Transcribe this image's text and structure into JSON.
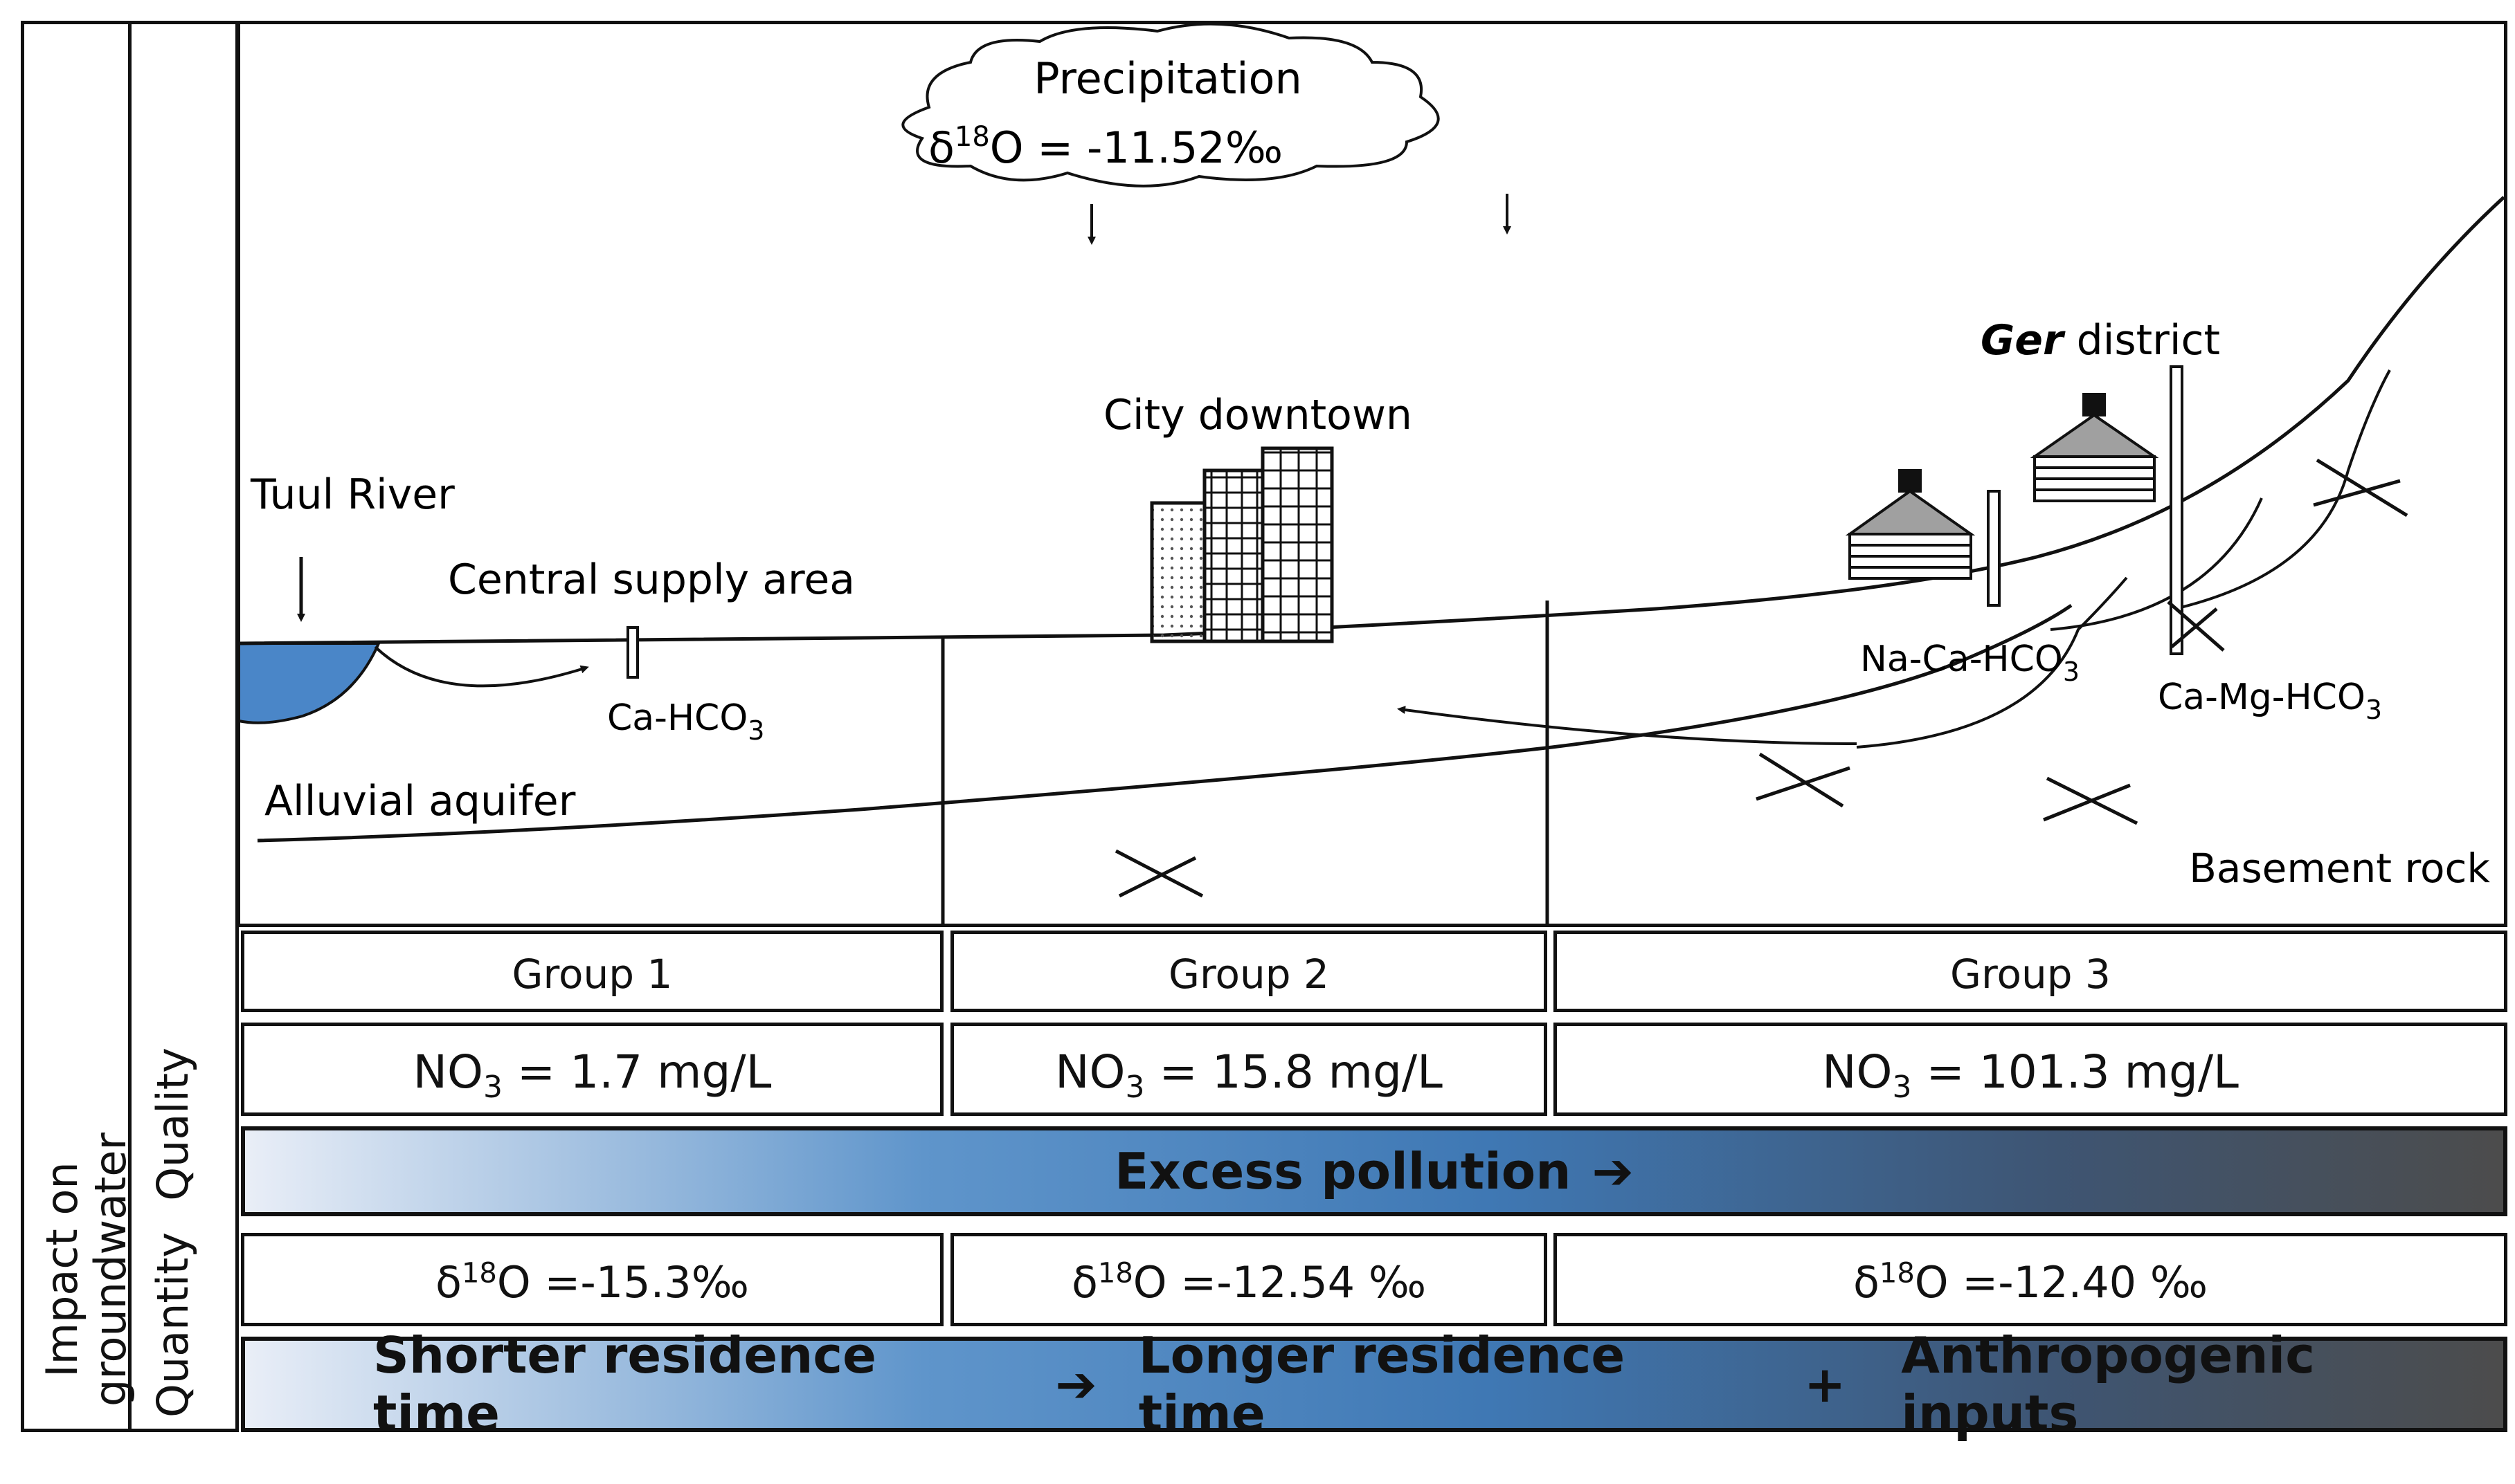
{
  "side": {
    "impact_label_line1": "Impact on",
    "impact_label_line2": "groundwater",
    "quality_label": "Quality",
    "quantity_label": "Quantity"
  },
  "diagram": {
    "precipitation": "Precipitation",
    "precip_delta_prefix": "δ",
    "precip_delta_sup": "18",
    "precip_delta_suffix": "O = -11.52‰",
    "tuul_river": "Tuul River",
    "central_supply": "Central supply area",
    "ca_hco3_main": "Ca-HCO",
    "ca_hco3_sub": "3",
    "alluvial": "Alluvial aquifer",
    "city": "City downtown",
    "ger_bold": "Ger",
    "ger_rest": " district",
    "na_ca_main": "Na-Ca-HCO",
    "na_ca_sub": "3",
    "ca_mg_main": "Ca-Mg-HCO",
    "ca_mg_sub": "3",
    "basement": "Basement rock"
  },
  "groups": [
    {
      "label": "Group 1",
      "no3_pre": "NO",
      "no3_sub": "3",
      "no3_post": " = 1.7 mg/L",
      "d18_pre": "δ",
      "d18_sup": "18",
      "d18_post": "O =-15.3‰"
    },
    {
      "label": "Group 2",
      "no3_pre": "NO",
      "no3_sub": "3",
      "no3_post": " = 15.8 mg/L",
      "d18_pre": "δ",
      "d18_sup": "18",
      "d18_post": "O =-12.54 ‰"
    },
    {
      "label": "Group 3",
      "no3_pre": "NO",
      "no3_sub": "3",
      "no3_post": " = 101.3 mg/L",
      "d18_pre": "δ",
      "d18_sup": "18",
      "d18_post": "O =-12.40 ‰"
    }
  ],
  "bars": {
    "pollution": "Excess pollution",
    "pollution_arrow": "➔",
    "residence_short": "Shorter residence time",
    "residence_arrow": "➔",
    "residence_long": "Longer residence time",
    "plus": "+",
    "anthropogenic": "Anthropogenic inputs"
  },
  "colors": {
    "river": "#4a86c8",
    "border": "#111111",
    "gradient_start": "#e9eef7",
    "gradient_end": "#4c4c4c"
  }
}
